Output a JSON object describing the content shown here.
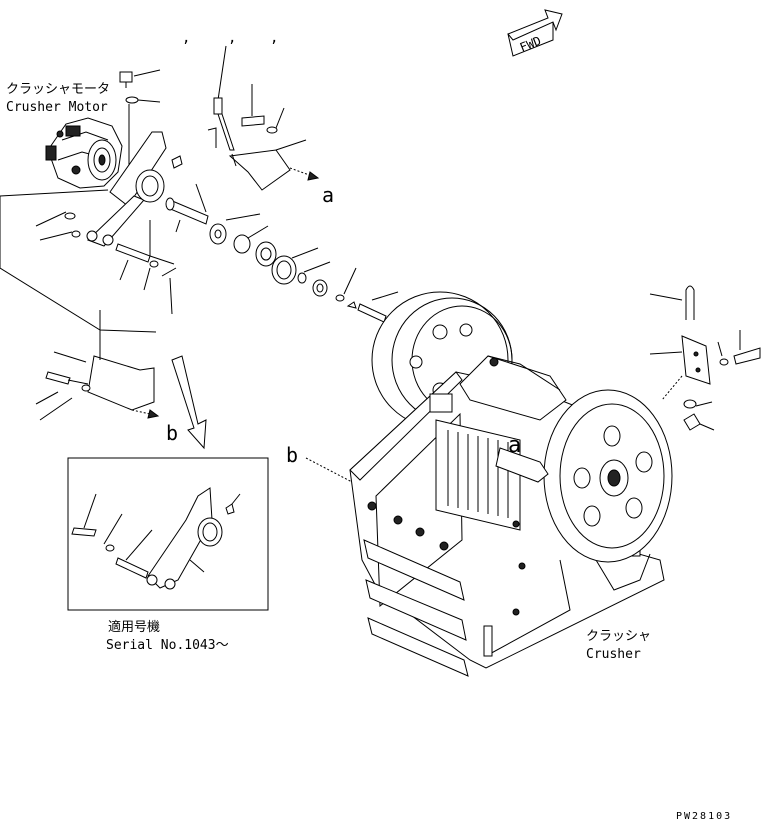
{
  "diagram": {
    "labels": {
      "motor_jp": "クラッシャモータ",
      "motor_en": "Crusher Motor",
      "crusher_jp": "クラッシャ",
      "crusher_en": "Crusher",
      "serial_jp": "適用号機",
      "serial_en": "Serial No.1043～",
      "fwd": "FWD",
      "ref_a": "a",
      "ref_b": "b",
      "drawing_no": "PW28103",
      "tick_marks": [
        ",",
        ",",
        ","
      ]
    }
  }
}
